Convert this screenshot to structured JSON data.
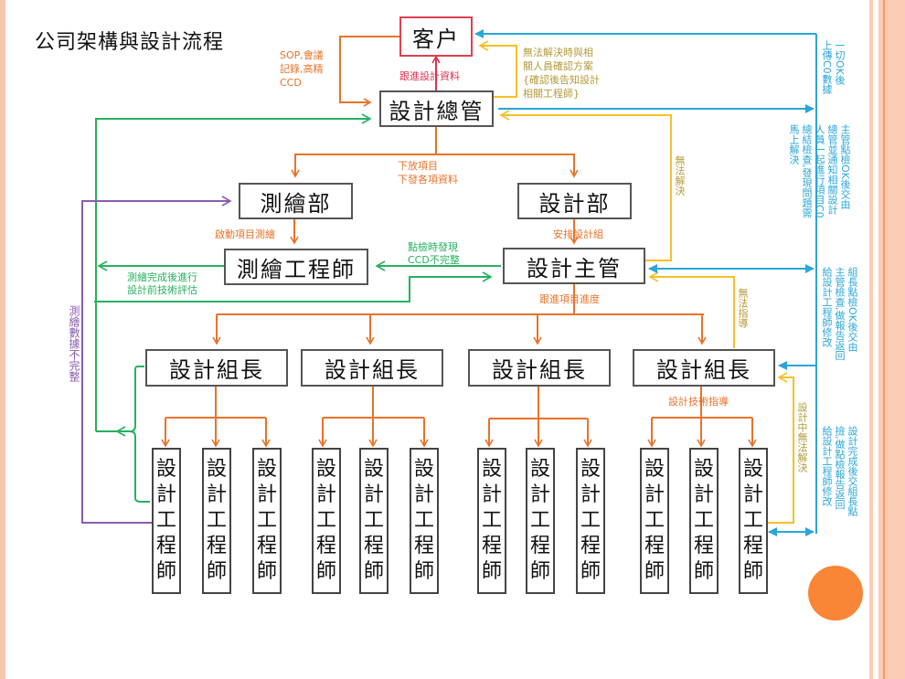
{
  "title": "公司架構與設計流程",
  "nodes": {
    "client": "客户",
    "design_director": "設計總管",
    "survey_dept": "測繪部",
    "design_dept": "設計部",
    "survey_engineer": "測繪工程師",
    "design_manager": "設計主管",
    "team_leaders": [
      "設計組長",
      "設計組長",
      "設計組長",
      "設計組長"
    ],
    "design_engineer_chars": [
      "設",
      "計",
      "工",
      "程",
      "師"
    ]
  },
  "labels": {
    "sop": [
      "SOP,會議",
      "記錄,高精",
      "CCD"
    ],
    "follow_design_data": "跟進設計資料",
    "unresolved_confirm": [
      "無法解決時與相",
      "關人員確認方案",
      "{確認後告知設計",
      "相關工程師}"
    ],
    "release_project": [
      "下放項目",
      "下發各項資料"
    ],
    "cannot_solve_1": "無法解決",
    "start_survey": "啟動項目測繪",
    "arrange_team": "安排設計組",
    "ccd_incomplete": [
      "點檢時發現",
      "CCD不完整"
    ],
    "survey_done_eval": [
      "測繪完成後進行",
      "設計前技術評估"
    ],
    "follow_progress": "跟進項目進度",
    "cannot_guide": "無法指導",
    "survey_data_incomplete": "測繪數據不完整",
    "tech_guidance": "設計技術指導",
    "design_unresolved": "設計中無法解決",
    "upload_ok": [
      "一切OK後",
      "上傳C0數據"
    ],
    "manager_check": [
      "主管點檢OK後交由",
      "總管並通知相關設計",
      "人員一起進行項目C0",
      "總結檢查,發現問題需",
      "馬上解決"
    ],
    "leader_check": [
      "組長點檢OK後交由",
      "主管檢查,做報告返回",
      "給設計工程師修改"
    ],
    "design_done_check": [
      "設計完成後交組長點",
      "撿,做點檢報告返回",
      "給設計工程師修改"
    ]
  },
  "colors": {
    "orange": "#e8732a",
    "red": "#e03050",
    "yellow": "#f5c02a",
    "green": "#28b060",
    "purple": "#8a5cb0",
    "blue": "#2aa6d8",
    "accent_dot": "#f98636"
  }
}
